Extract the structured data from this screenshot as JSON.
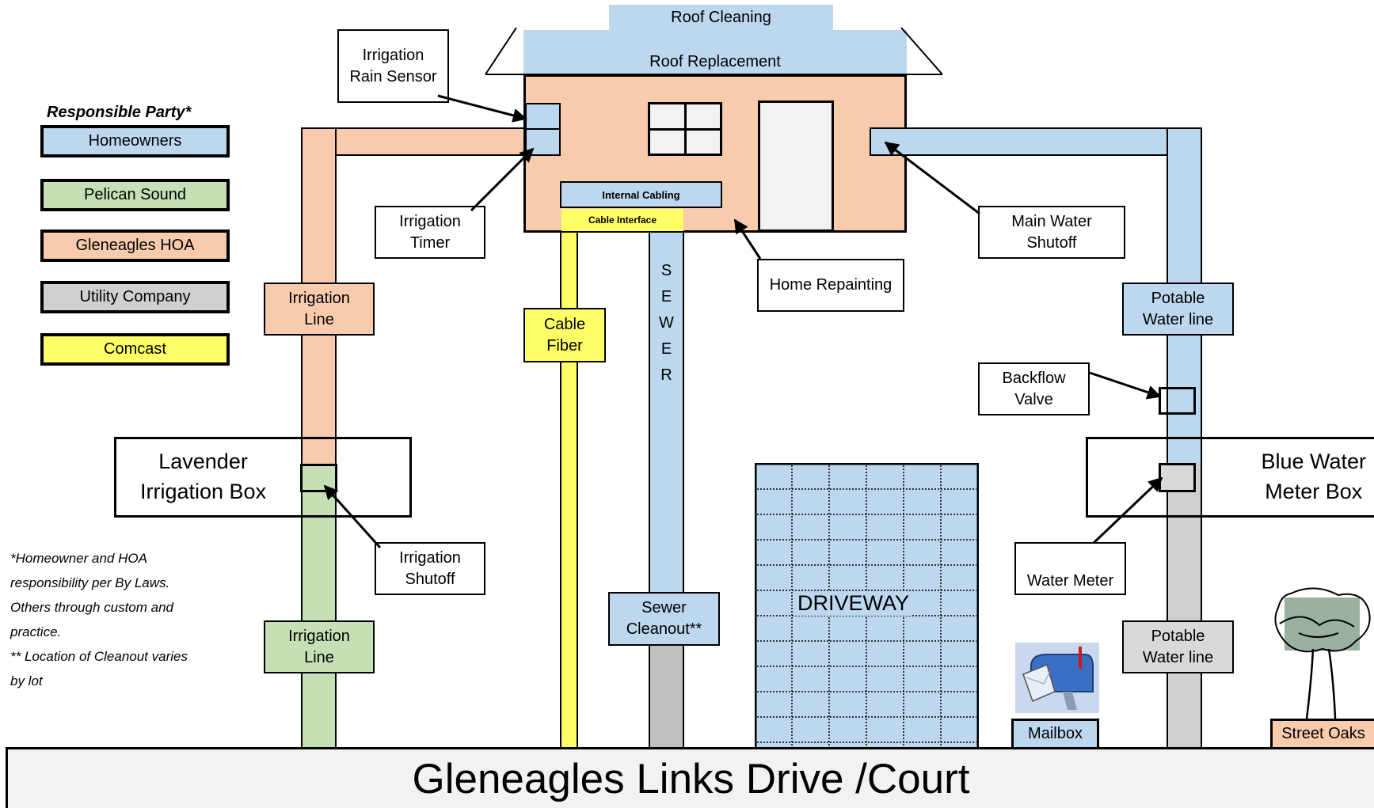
{
  "colors": {
    "homeowners": "#bdd7ee",
    "pelican_sound": "#c5e0b4",
    "gleneagles_hoa": "#f8cbad",
    "utility_company": "#d0d0d0",
    "comcast": "#ffff66",
    "road": "#f2f2f2"
  },
  "legend": {
    "title": "Responsible Party*",
    "items": [
      {
        "label": "Homeowners",
        "color": "#bdd7ee"
      },
      {
        "label": "Pelican Sound",
        "color": "#c5e0b4"
      },
      {
        "label": "Gleneagles HOA",
        "color": "#f8cbad"
      },
      {
        "label": "Utility Company",
        "color": "#d0d0d0"
      },
      {
        "label": "Comcast",
        "color": "#ffff66"
      }
    ]
  },
  "notes": {
    "line1": "*Homeowner and HOA",
    "line2": "responsibility per By Laws.",
    "line3": "Others through custom and",
    "line4": "practice.",
    "line5": "** Location of Cleanout varies",
    "line6": "by lot"
  },
  "house": {
    "roof_cleaning": "Roof Cleaning",
    "roof_replacement": "Roof Replacement",
    "internal_cabling": "Internal Cabling",
    "cable_interface": "Cable Interface"
  },
  "labels": {
    "rain_sensor": "Irrigation\nRain Sensor",
    "timer": "Irrigation\nTimer",
    "home_repainting": "Home Repainting",
    "main_water_shutoff": "Main Water\nShutoff",
    "irrigation_line_hoa": "Irrigation\nLine",
    "irrigation_line_pelican": "Irrigation\nLine",
    "cable_fiber": "Cable\nFiber",
    "sewer_letters": [
      "S",
      "E",
      "W",
      "E",
      "R"
    ],
    "sewer_cleanout": "Sewer\nCleanout**",
    "potable_water_home": "Potable\nWater line",
    "potable_water_utility": "Potable\nWater line",
    "backflow_valve": "Backflow\nValve",
    "lavender_box": "Lavender\nIrrigation Box",
    "irrigation_shutoff": "Irrigation\nShutoff",
    "blue_meter_box": "Blue Water\nMeter Box",
    "water_meter": "Water Meter",
    "driveway": "DRIVEWAY",
    "mailbox": "Mailbox",
    "street_oaks": "Street Oaks"
  },
  "road": {
    "name": "Gleneagles Links Drive /Court"
  }
}
